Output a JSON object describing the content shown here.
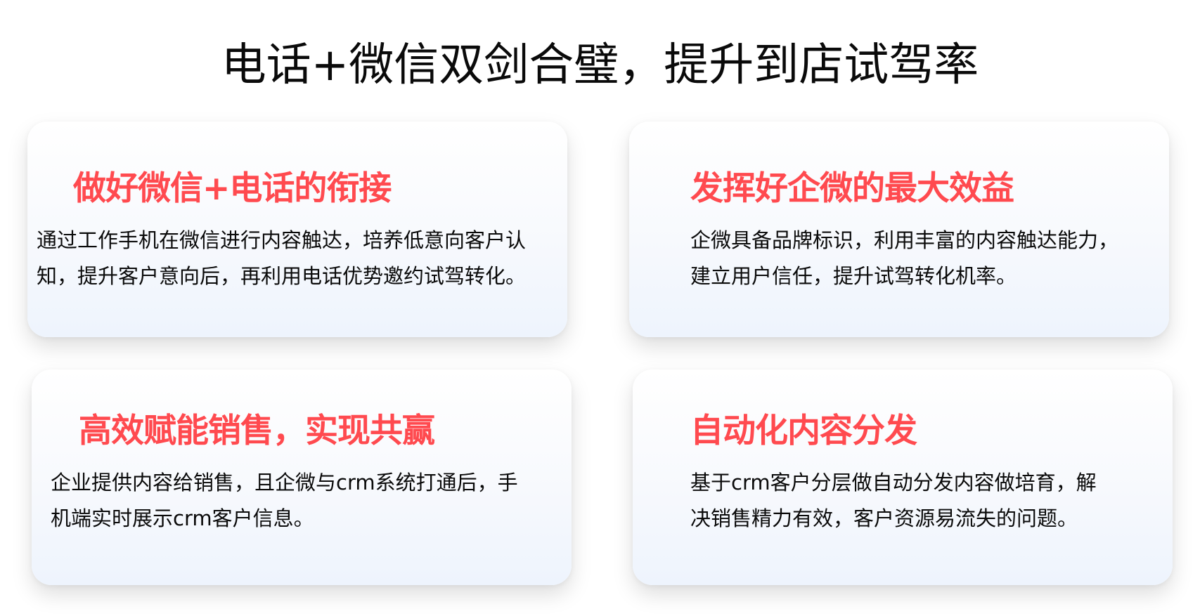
{
  "header": {
    "title": "电话+微信双剑合璧，提升到店试驾率"
  },
  "colors": {
    "heading_red": "#ff4a4f",
    "body_text": "#0a0a0a",
    "card_gradient_top": "#ffffff",
    "card_gradient_bottom": "#eef4fd"
  },
  "cards": [
    {
      "heading": "做好微信+电话的衔接",
      "body_lines": [
        "通过工作手机在微信进行内容触达，培养低意向客户认",
        "知，提升客户意向后，再利用电话优势邀约试驾转化。"
      ]
    },
    {
      "heading": "发挥好企微的最大效益",
      "body_lines": [
        "企微具备品牌标识，利用丰富的内容触达能力，",
        "建立用户信任，提升试驾转化机率。"
      ]
    },
    {
      "heading": "高效赋能销售，实现共赢",
      "body_lines": [
        "企业提供内容给销售，且企微与crm系统打通后，手",
        "机端实时展示crm客户信息。"
      ]
    },
    {
      "heading": "自动化内容分发",
      "body_lines": [
        "基于crm客户分层做自动分发内容做培育，解",
        "决销售精力有效，客户资源易流失的问题。"
      ]
    }
  ]
}
